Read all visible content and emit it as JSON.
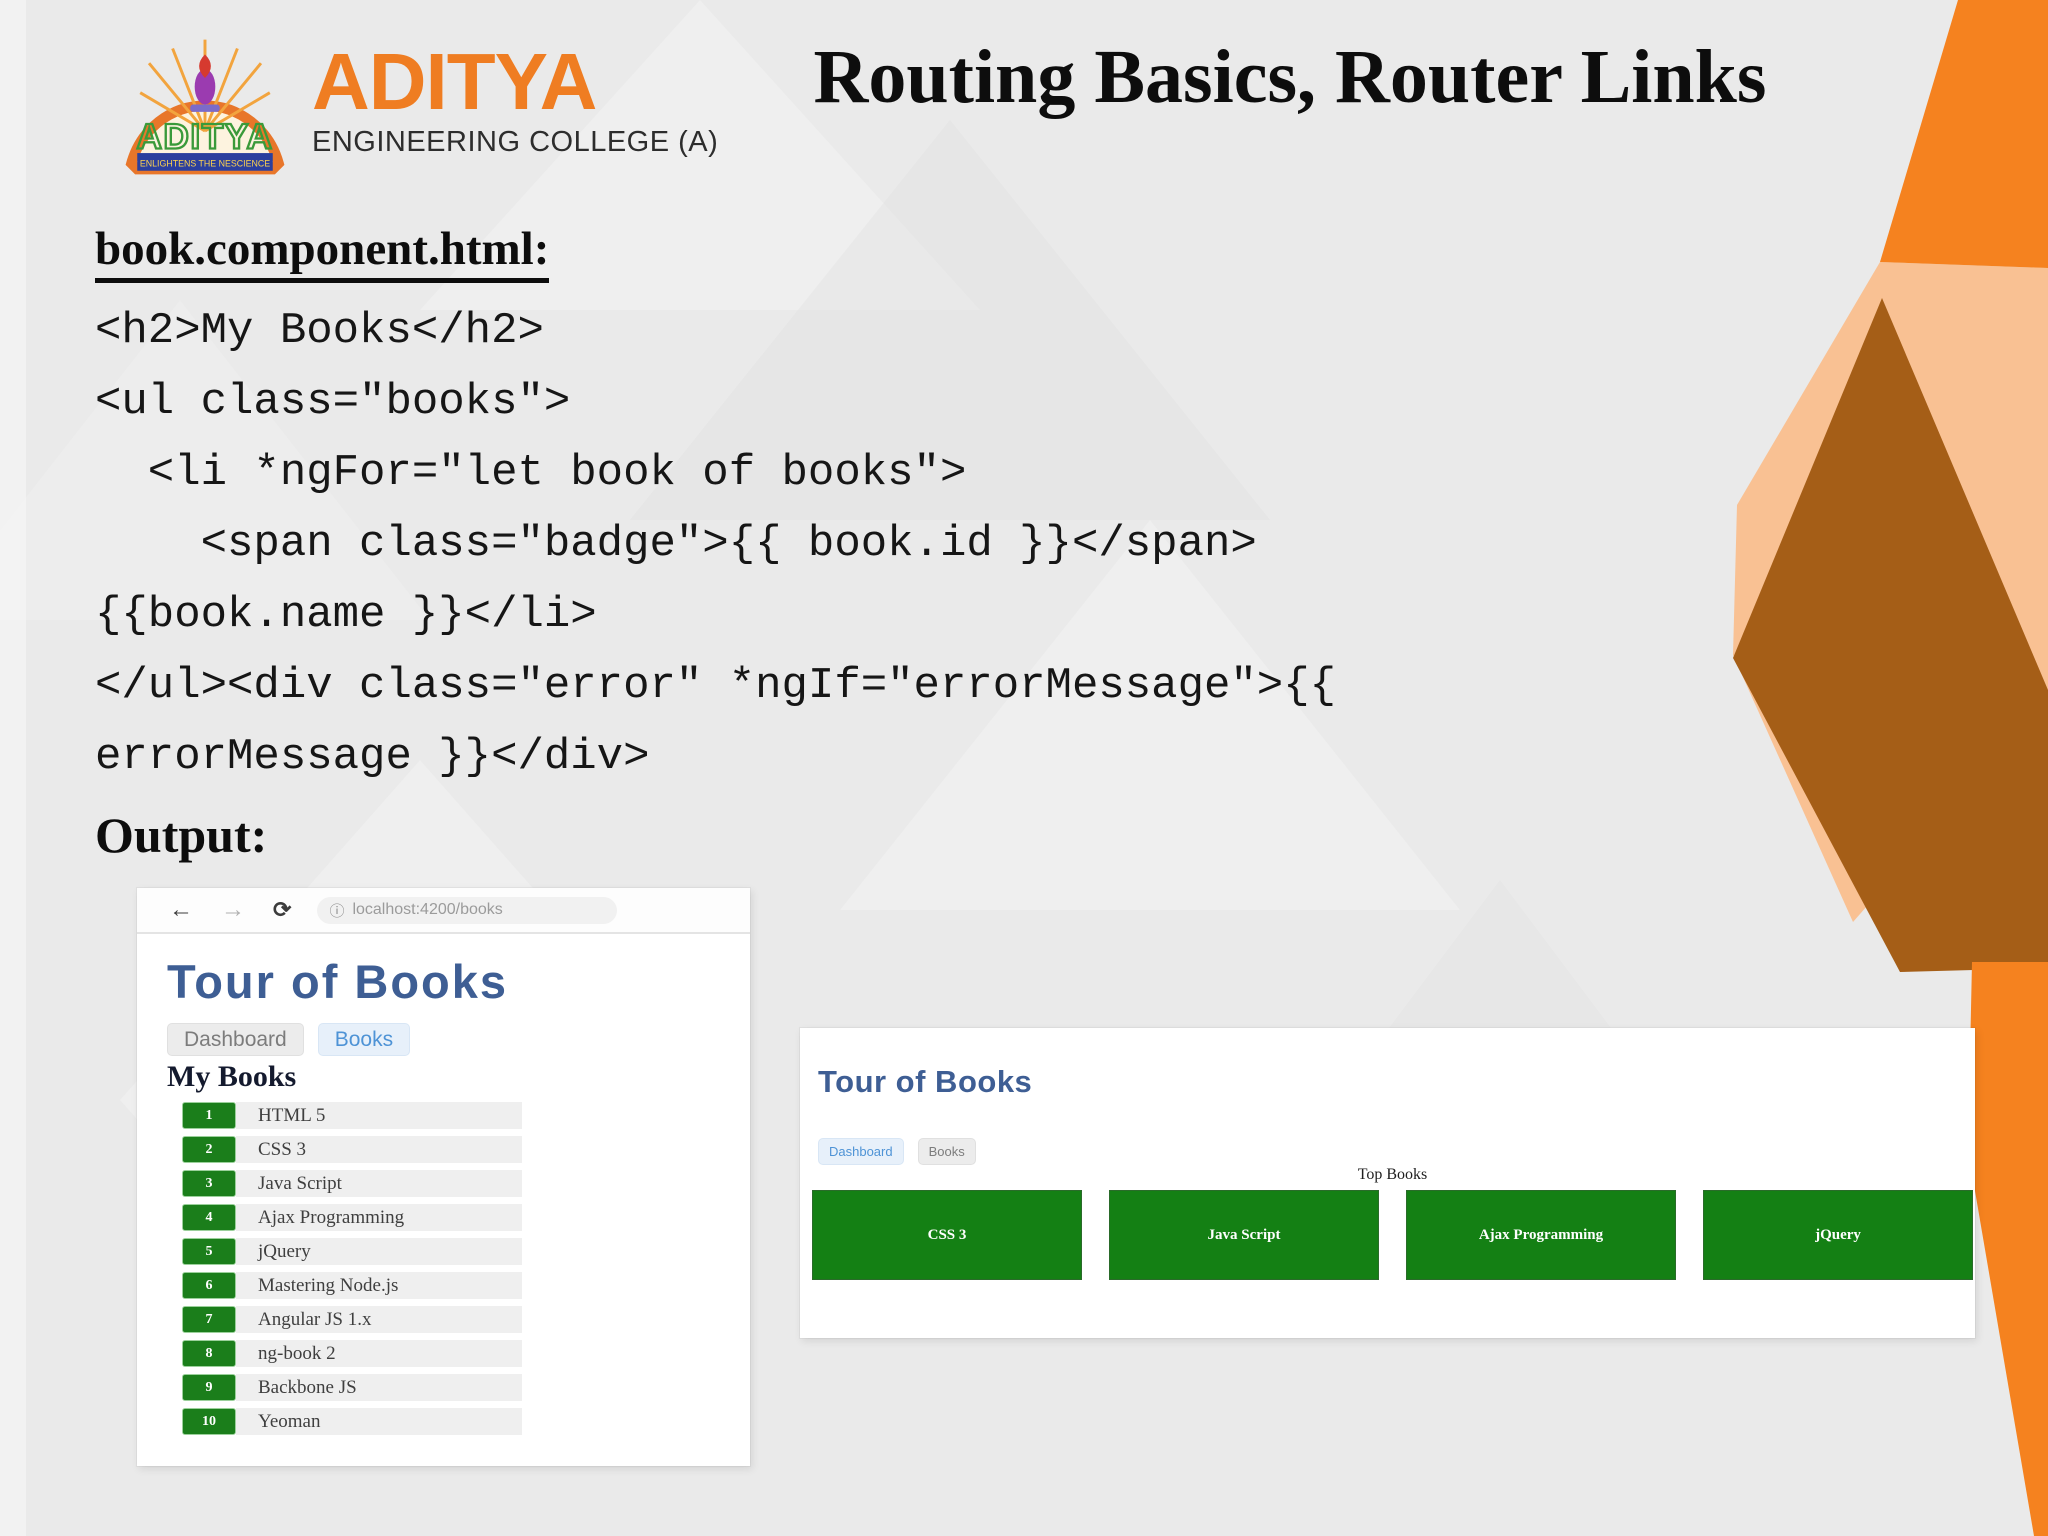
{
  "slide": {
    "title": "Routing Basics, Router Links",
    "logo": {
      "name": "ADITYA",
      "subtitle": "ENGINEERING COLLEGE (A)",
      "emblem_word": "ADITYA",
      "banner_text": "ENLIGHTENS THE NESCIENCE"
    },
    "file_heading": "book.component.html:",
    "code_lines": [
      "<h2>My Books</h2>",
      "<ul class=\"books\">",
      "  <li *ngFor=\"let book of books\">",
      "    <span class=\"badge\">{{ book.id }}</span>",
      "{{book.name }}</li>",
      "</ul><div class=\"error\" *ngIf=\"errorMessage\">{{",
      "errorMessage }}</div>"
    ],
    "output_label": "Output:"
  },
  "browser": {
    "toolbar": {
      "back_icon": "←",
      "forward_icon": "→",
      "reload_icon": "⟳",
      "info_icon": "ⓘ",
      "url": "localhost:4200/books"
    },
    "app_title": "Tour of Books",
    "tabs": [
      {
        "label": "Dashboard",
        "active": false
      },
      {
        "label": "Books",
        "active": true
      }
    ],
    "heading": "My Books",
    "books": [
      {
        "id": "1",
        "name": "HTML 5"
      },
      {
        "id": "2",
        "name": "CSS 3"
      },
      {
        "id": "3",
        "name": "Java Script"
      },
      {
        "id": "4",
        "name": "Ajax Programming"
      },
      {
        "id": "5",
        "name": "jQuery"
      },
      {
        "id": "6",
        "name": "Mastering Node.js"
      },
      {
        "id": "7",
        "name": "Angular JS 1.x"
      },
      {
        "id": "8",
        "name": "ng-book 2"
      },
      {
        "id": "9",
        "name": "Backbone JS"
      },
      {
        "id": "10",
        "name": "Yeoman"
      }
    ]
  },
  "dashboard": {
    "app_title": "Tour of Books",
    "tabs": [
      {
        "label": "Dashboard",
        "active": true
      },
      {
        "label": "Books",
        "active": false
      }
    ],
    "heading": "Top Books",
    "top_books": [
      "CSS 3",
      "Java Script",
      "Ajax Programming",
      "jQuery"
    ]
  },
  "colors": {
    "accent_orange": "#f5821f",
    "peach": "#f9c193",
    "sienna": "#a55e17",
    "button_green": "#148014",
    "badge_green": "#1b7e1b",
    "heading_blue": "#3e5e94",
    "link_blue": "#4e93d6"
  }
}
